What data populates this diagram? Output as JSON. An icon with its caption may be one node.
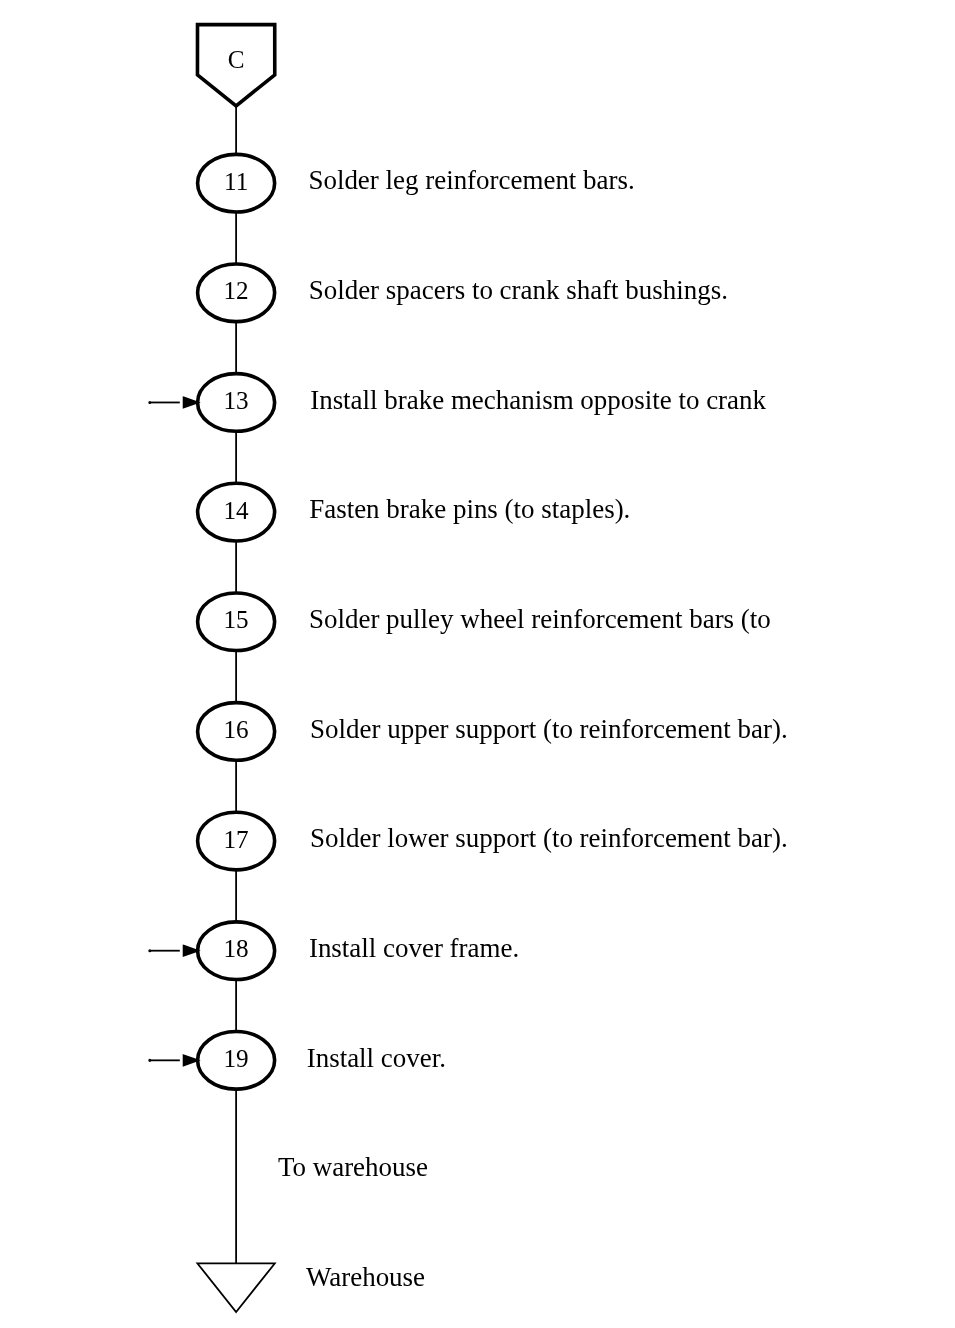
{
  "diagram": {
    "nodes": [
      {
        "text": [
          "C"
        ]
      },
      {
        "text": [
          "11"
        ],
        "beside": [
          "Solder leg reinforcement bars."
        ]
      },
      {
        "text": [
          "12"
        ],
        "beside": [
          "Solder spacers to crank shaft bushings."
        ]
      },
      {
        "text": [
          "13"
        ],
        "beside": [
          "Install brake mechanism opposite to crank"
        ]
      },
      {
        "text": [
          "14"
        ],
        "beside": [
          "Fasten brake pins (to staples)."
        ]
      },
      {
        "text": [
          "15"
        ],
        "beside": [
          "Solder pulley wheel reinforcement bars (to"
        ]
      },
      {
        "text": [
          "16"
        ],
        "beside": [
          "Solder upper support (to reinforcement bar)."
        ]
      },
      {
        "text": [
          "17"
        ],
        "beside": [
          "Solder lower support (to reinforcement bar)."
        ]
      },
      {
        "text": [
          "18"
        ],
        "beside": [
          "Install cover frame."
        ]
      },
      {
        "text": [
          "19"
        ],
        "beside": [
          "Install cover."
        ]
      },
      {
        "text": [],
        "shape": "triangle",
        "beside": [
          "Warehouse"
        ]
      }
    ],
    "edges": [
      {
        "from": 0,
        "to": 1,
        "arrow": "none"
      },
      {
        "from": 1,
        "to": 2,
        "arrow": "none"
      },
      {
        "from": 2,
        "to": 3,
        "arrow": "none"
      },
      {
        "from": null,
        "to": 3,
        "arrow": "to"
      },
      {
        "from": 3,
        "to": 4,
        "arrow": "none"
      },
      {
        "from": 4,
        "to": 5,
        "arrow": "none"
      },
      {
        "from": 5,
        "to": 6,
        "arrow": "none"
      },
      {
        "from": 6,
        "to": 7,
        "arrow": "none"
      },
      {
        "from": 7,
        "to": 8,
        "arrow": "none"
      },
      {
        "from": null,
        "to": 8,
        "arrow": "to"
      },
      {
        "from": 8,
        "to": 9,
        "arrow": "none"
      },
      {
        "from": null,
        "to": 9,
        "arrow": "to"
      },
      {
        "from": 9,
        "to": 10,
        "arrow": "none"
      }
    ],
    "labels": [
      "To warehouse"
    ]
  }
}
